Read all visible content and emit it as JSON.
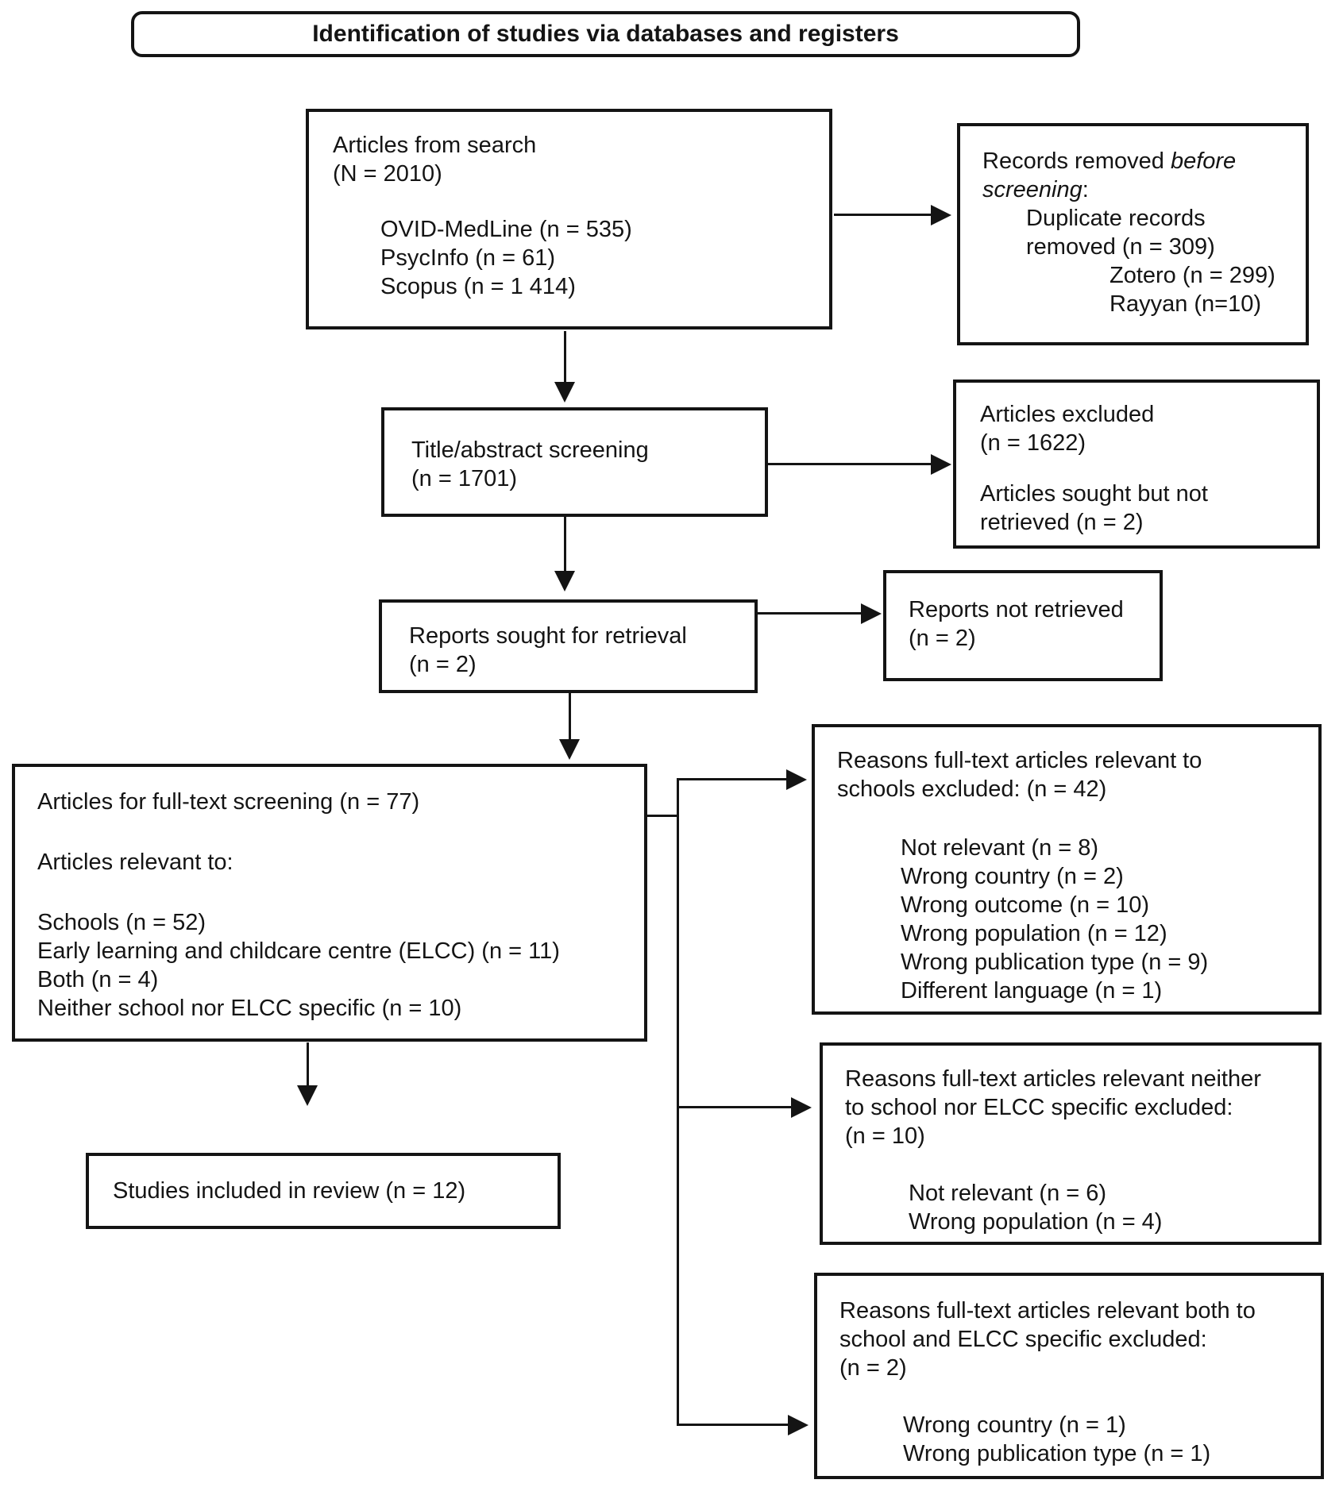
{
  "title": "Identification of studies via databases and registers",
  "boxes": {
    "search": {
      "lines": [
        "Articles from search",
        "(N = 2010)"
      ],
      "items": [
        "OVID-MedLine (n = 535)",
        "PsycInfo (n = 61)",
        "Scopus (n = 1 414)"
      ]
    },
    "records_removed": {
      "line1_normal": "Records removed ",
      "line1_italic": "before",
      "line2_italic": "screening",
      "line2_normal": ":",
      "item_lines": [
        "Duplicate records",
        "removed (n = 309)"
      ],
      "subitems": [
        "Zotero (n = 299)",
        "Rayyan (n=10)"
      ]
    },
    "title_screening": {
      "lines": [
        "Title/abstract screening",
        "(n = 1701)"
      ]
    },
    "articles_excluded": {
      "lines_top": [
        "Articles excluded",
        "(n = 1622)"
      ],
      "lines_bottom": [
        "Articles sought but not",
        "retrieved (n = 2)"
      ]
    },
    "reports_sought": {
      "lines": [
        "Reports sought for retrieval",
        "(n = 2)"
      ]
    },
    "reports_not_retrieved": {
      "lines": [
        "Reports not retrieved",
        "(n = 2)"
      ]
    },
    "full_text": {
      "line1": "Articles for full-text screening (n = 77)",
      "line2": "Articles relevant to:",
      "items": [
        "Schools (n = 52)",
        "Early learning and childcare centre (ELCC) (n = 11)",
        "Both (n = 4)",
        "Neither school nor ELCC specific (n = 10)"
      ]
    },
    "studies_included": {
      "line1": "Studies included in review (n = 12)"
    },
    "schools_excluded": {
      "title_lines": [
        "Reasons full-text articles relevant to",
        "schools excluded: (n = 42)"
      ],
      "items": [
        "Not relevant (n = 8)",
        "Wrong country (n = 2)",
        "Wrong outcome (n = 10)",
        "Wrong population (n = 12)",
        "Wrong publication type (n = 9)",
        "Different language (n = 1)"
      ]
    },
    "neither_excluded": {
      "title_lines": [
        "Reasons full-text articles relevant neither",
        "to school nor ELCC specific excluded:",
        "(n = 10)"
      ],
      "items": [
        "Not relevant (n = 6)",
        "Wrong population (n = 4)"
      ]
    },
    "both_excluded": {
      "title_lines": [
        "Reasons full-text articles relevant both to",
        "school and ELCC specific excluded:",
        "(n = 2)"
      ],
      "items": [
        "Wrong country (n = 1)",
        "Wrong publication type (n = 1)"
      ]
    }
  },
  "colors": {
    "line": "#141414",
    "background": "#ffffff",
    "text": "#141414"
  }
}
